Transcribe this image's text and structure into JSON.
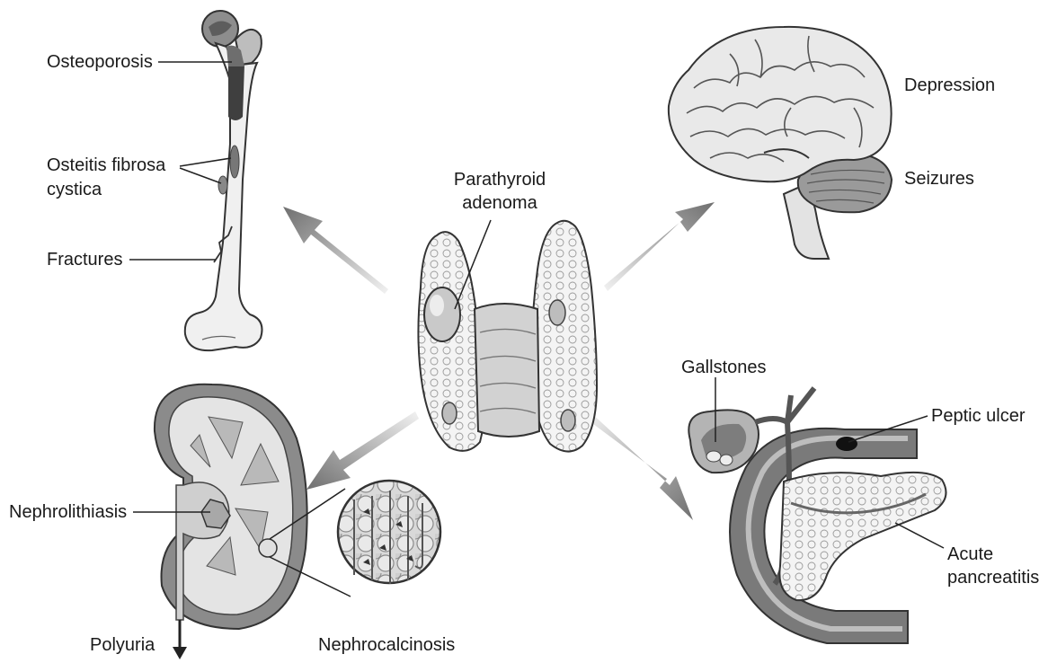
{
  "center": {
    "label_line1": "Parathyroid",
    "label_line2": "adenoma"
  },
  "bone": {
    "labels": {
      "osteoporosis": "Osteoporosis",
      "osteitis_line1": "Osteitis fibrosa",
      "osteitis_line2": "cystica",
      "fractures": "Fractures"
    }
  },
  "brain": {
    "labels": {
      "depression": "Depression",
      "seizures": "Seizures"
    }
  },
  "kidney": {
    "labels": {
      "nephrolithiasis": "Nephrolithiasis",
      "polyuria": "Polyuria",
      "nephrocalcinosis": "Nephrocalcinosis"
    }
  },
  "gi": {
    "labels": {
      "gallstones": "Gallstones",
      "peptic_ulcer": "Peptic ulcer",
      "pancreatitis_line1": "Acute",
      "pancreatitis_line2": "pancreatitis"
    }
  },
  "icons": [
    "bone-icon",
    "brain-icon",
    "thyroid-gland-icon",
    "kidney-icon",
    "stomach-pancreas-icon"
  ],
  "colors": {
    "outline": "#333333",
    "tissue_light": "#eeeeee",
    "tissue_mid": "#bdbdbd",
    "tissue_dark": "#6e6e6e",
    "arrow": "#8a8a8a"
  }
}
